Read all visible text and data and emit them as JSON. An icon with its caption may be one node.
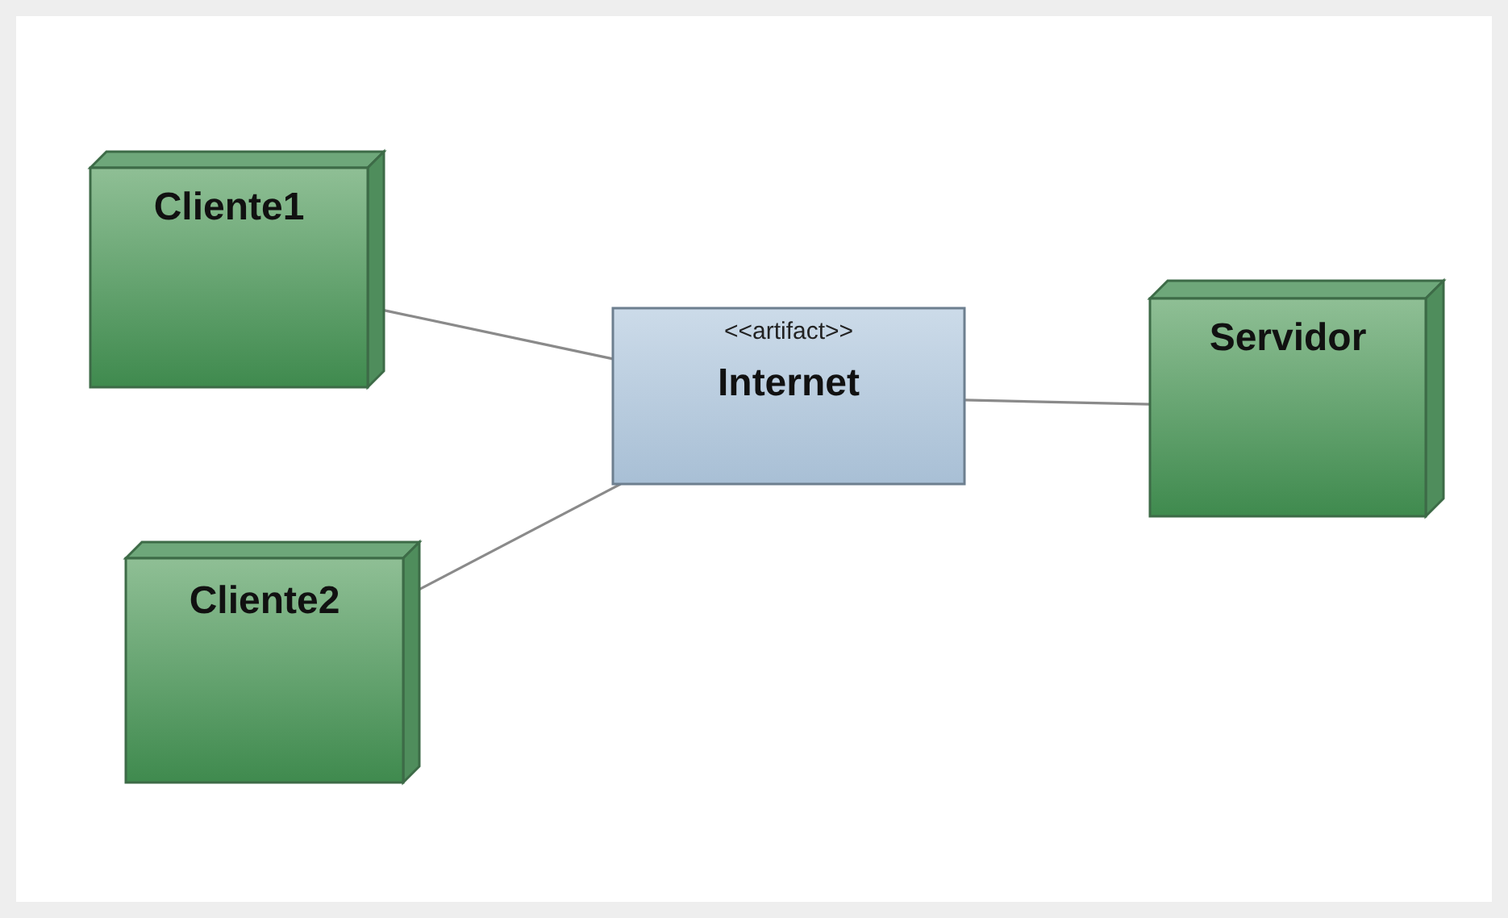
{
  "diagram": {
    "nodes": [
      {
        "text": [
          "Cliente1"
        ]
      },
      {
        "text": [
          "<<artifact>>",
          "Internet"
        ]
      },
      {
        "text": [
          "Servidor"
        ]
      },
      {
        "text": [
          "Cliente2"
        ]
      }
    ],
    "edges": [
      {
        "from": 0,
        "to": 1,
        "arrow": "none"
      },
      {
        "from": 3,
        "to": 1,
        "arrow": "none"
      },
      {
        "from": 1,
        "to": 2,
        "arrow": "none"
      }
    ]
  }
}
